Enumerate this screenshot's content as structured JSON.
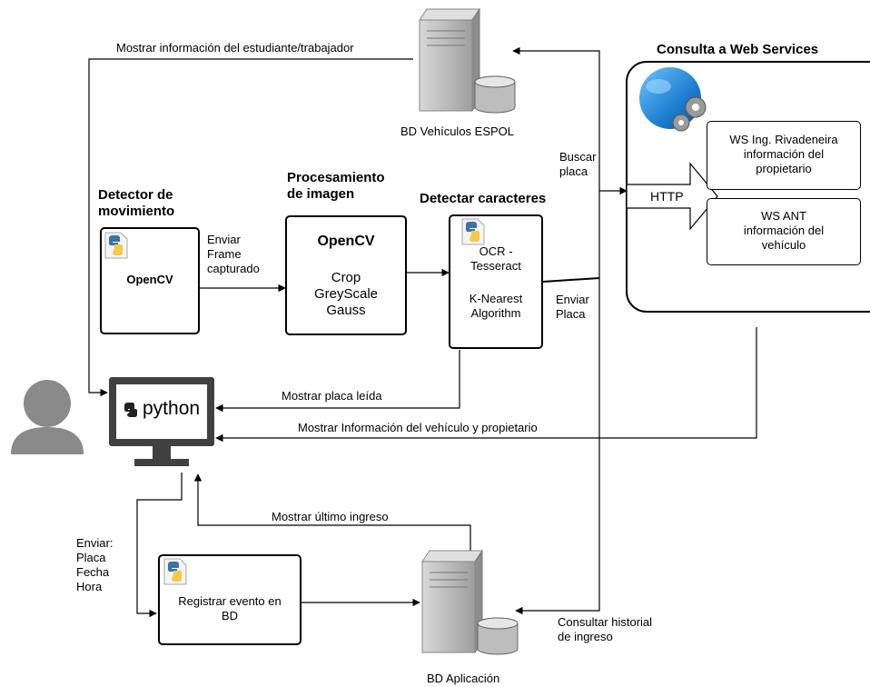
{
  "sections": {
    "motion_title": "Detector de\nmovimiento",
    "processing_title": "Procesamiento\nde imagen",
    "detect_title": "Detectar caracteres",
    "ws_title": "Consulta a Web Services"
  },
  "boxes": {
    "motion_label": "OpenCV",
    "processing_head": "OpenCV",
    "processing_body": "Crop\nGreyScale\nGauss",
    "ocr_text": "OCR -\nTesseract",
    "knn_text": "K-Nearest\nAlgorithm",
    "ws_rivadeneira": "WS Ing. Rivadeneira\ninformación del\npropietario",
    "ws_ant": "WS ANT\ninformación del\nvehículo",
    "http_label": "HTTP",
    "register_event": "Registrar evento en\nBD",
    "python_logo": "python"
  },
  "databases": {
    "vehicles_db": "BD Vehículos ESPOL",
    "app_db": "BD Aplicación"
  },
  "edges": {
    "show_student": "Mostrar información del estudiante/trabajador",
    "send_frame": "Enviar\nFrame\ncapturado",
    "search_plate": "Buscar\nplaca",
    "send_plate": "Enviar\nPlaca",
    "show_plate": "Mostrar placa leída",
    "show_vehicle_owner": "Mostrar Información del vehículo y propietario",
    "show_last_entry": "Mostrar último ingreso",
    "send_data": "Enviar:\nPlaca\nFecha\nHora",
    "consult_history": "Consultar historial\nde ingreso"
  },
  "colors": {
    "python_blue": "#3a73a6",
    "python_yellow": "#f7c948",
    "globe_blue": "#1f7fd0",
    "monitor_gray": "#404040",
    "user_gray": "#8a8a8a",
    "server_gray": "#b5b5b5"
  }
}
